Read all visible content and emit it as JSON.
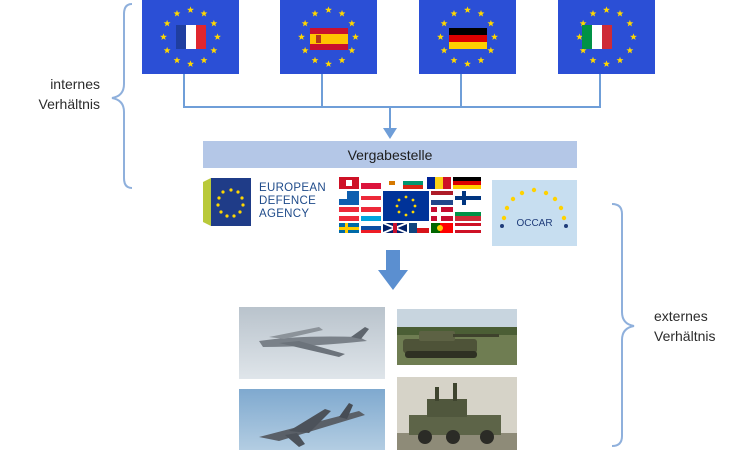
{
  "left_label": {
    "line1": "internes",
    "line2": "Verhältnis"
  },
  "right_label": {
    "line1": "externes",
    "line2": "Verhältnis"
  },
  "member_states": [
    {
      "flag": "france-flag-icon"
    },
    {
      "flag": "spain-flag-icon"
    },
    {
      "flag": "germany-flag-icon"
    },
    {
      "flag": "italy-flag-icon"
    }
  ],
  "vergabestelle": "Vergabestelle",
  "eda": {
    "line1": "EUROPEAN",
    "line2": "DEFENCE",
    "line3": "AGENCY"
  },
  "occar": "OCCAR",
  "colors": {
    "eu_blue": "#2b4fd6",
    "connector": "#6f9ed8",
    "vergabe_bg": "#b4c7e7",
    "arrow": "#5b8fd0"
  }
}
